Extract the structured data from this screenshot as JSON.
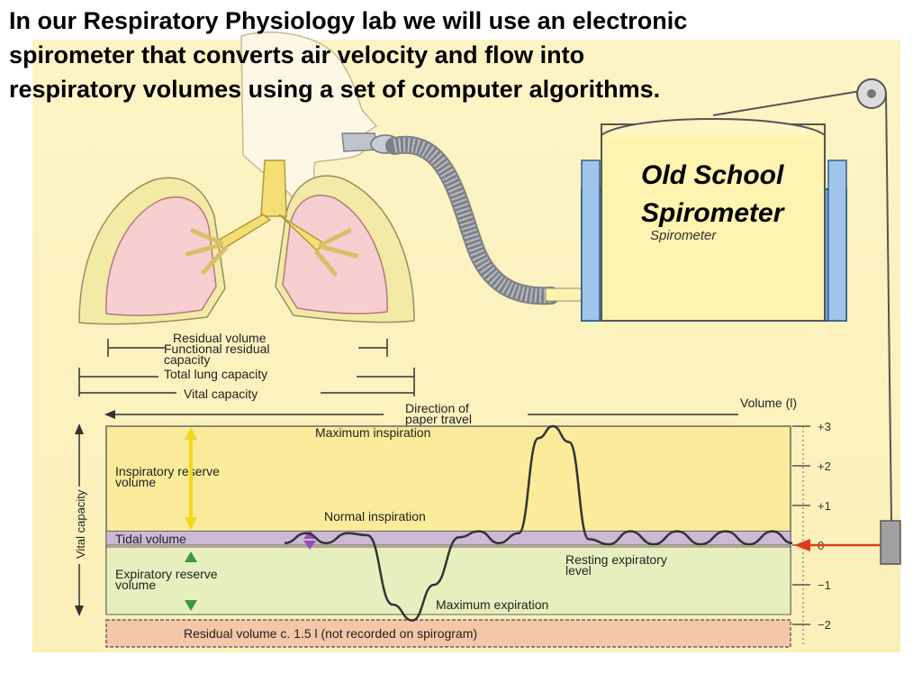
{
  "heading": {
    "lines": [
      "In our Respiratory Physiology lab we will use an electronic",
      "spirometer that converts air velocity and flow into",
      "respiratory volumes using a set of computer algorithms."
    ]
  },
  "callout": {
    "lines": [
      "Old School",
      "Spirometer"
    ]
  },
  "spirometer": {
    "label": "Spirometer"
  },
  "lung_labels": {
    "residual_volume": "Residual volume",
    "frc_line1": "Functional residual",
    "frc_line2": "capacity",
    "total_lung_capacity": "Total lung capacity",
    "vital_capacity": "Vital capacity"
  },
  "paper_travel": {
    "line1": "Direction of",
    "line2": "paper travel"
  },
  "volume_axis": {
    "title": "Volume (l)",
    "ticks": [
      {
        "value": 3,
        "label": "+3"
      },
      {
        "value": 2,
        "label": "+2"
      },
      {
        "value": 1,
        "label": "+1"
      },
      {
        "value": 0,
        "label": "0"
      },
      {
        "value": -1,
        "label": "−1"
      },
      {
        "value": -2,
        "label": "−2"
      }
    ]
  },
  "zones": {
    "inspiratory_reserve_line1": "Inspiratory reserve",
    "inspiratory_reserve_line2": "volume",
    "tidal_volume": "Tidal volume",
    "expiratory_reserve_line1": "Expiratory reserve",
    "expiratory_reserve_line2": "volume",
    "residual_bar": "Residual volume c. 1.5 l (not recorded on spirogram)"
  },
  "annotations": {
    "maximum_inspiration": "Maximum inspiration",
    "normal_inspiration": "Normal inspiration",
    "resting_expiratory_line1": "Resting expiratory",
    "resting_expiratory_line2": "level",
    "maximum_expiration": "Maximum expiration"
  },
  "side_label": "Vital capacity",
  "colors": {
    "background_cream": "#fdf6c4",
    "pale_yellow": "#fbeb9a",
    "tidal_band": "#cdb8d6",
    "expiratory_band": "#e8efbf",
    "residual_bar": "#f6c6a8",
    "lung_pink": "#f7cfd0",
    "trachea": "#f4df74",
    "spirometer_blue": "#6fa8dc",
    "spirometer_cream": "#fff3b0",
    "trace": "#333333",
    "arrow_yellow": "#f4d81c",
    "arrow_green": "#3a9a3a",
    "arrow_purple": "#9a4cb8",
    "pointer_red": "#e03a1e"
  }
}
